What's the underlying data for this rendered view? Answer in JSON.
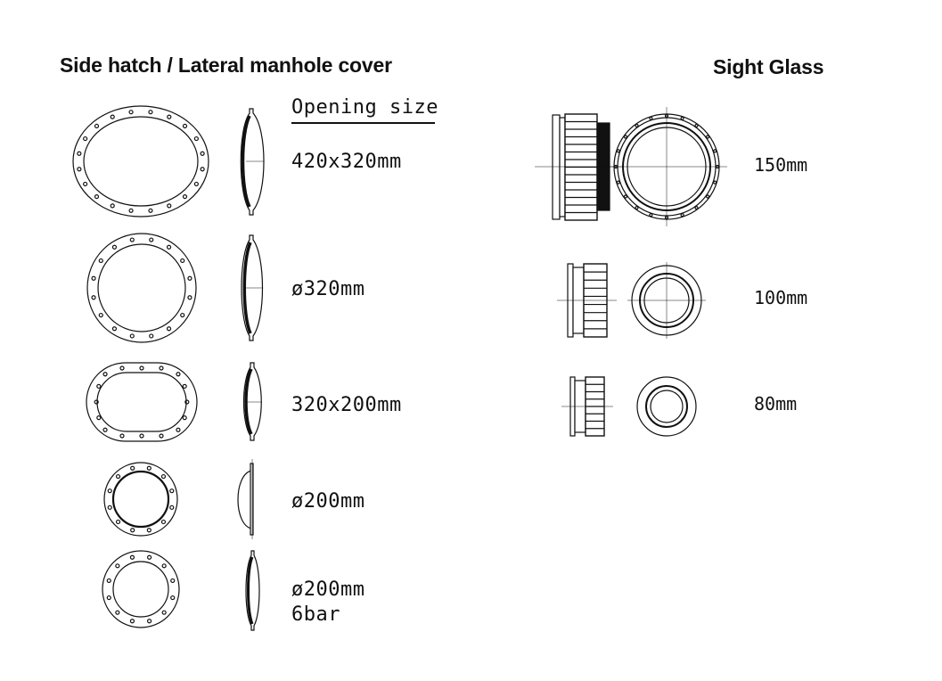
{
  "manhole": {
    "title": "Side hatch / Lateral manhole cover",
    "header": "Opening size",
    "items": [
      {
        "label": "420x320mm"
      },
      {
        "label": "ø320mm"
      },
      {
        "label": "320x200mm"
      },
      {
        "label": "ø200mm"
      },
      {
        "label_line1": "ø200mm",
        "label_line2": "6bar"
      }
    ]
  },
  "sight_glass": {
    "title": "Sight Glass",
    "items": [
      {
        "label": "150mm"
      },
      {
        "label": "100mm"
      },
      {
        "label": "80mm"
      }
    ]
  }
}
